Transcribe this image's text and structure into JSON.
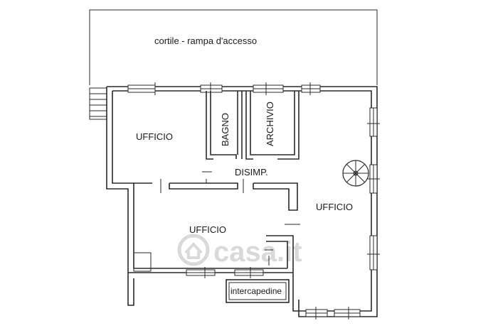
{
  "rooms": {
    "courtyard": "cortile - rampa d'accesso",
    "office_top_left": "UFFICIO",
    "bathroom": "BAGNO",
    "archive": "ARCHIVIO",
    "hallway": "DISIMP.",
    "office_right": "UFFICIO",
    "office_bottom": "UFFICIO",
    "cavity": "intercapedine"
  },
  "watermark": {
    "text": "casa.it"
  },
  "colors": {
    "line": "#2a2a2a",
    "text": "#1a1a1a",
    "watermark": "#d9d9d9"
  }
}
